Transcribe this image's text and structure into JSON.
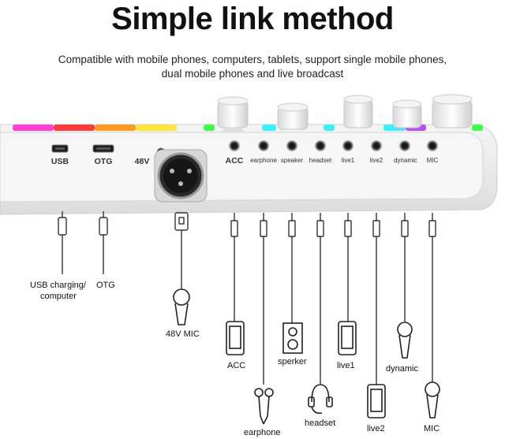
{
  "title": "Simple link method",
  "subtitle": "Compatible with mobile phones, computers, tablets, support single mobile phones, dual mobile phones and live broadcast",
  "device_ports": {
    "usb": "USB",
    "otg": "OTG",
    "v48": "48V",
    "acc": "ACC",
    "earphone": "earphone",
    "speaker": "speaker",
    "headset": "headset",
    "live1": "live1",
    "live2": "live2",
    "dynamic": "dynamic",
    "mic": "MIC"
  },
  "devices": {
    "usb_label_1": "USB charging/",
    "usb_label_2": "computer",
    "otg_label": "OTG",
    "mic48_label": "48V MIC",
    "acc_label": "ACC",
    "earphone_label": "earphone",
    "speaker_label": "sperker",
    "headset_label": "headset",
    "live1_label": "live1",
    "live2_label": "live2",
    "dynamic_label": "dynamic",
    "mic_label": "MIC"
  },
  "colors": {
    "led_magenta": "#ff3fd6",
    "led_red": "#ff3b3b",
    "led_orange": "#ff9a1f",
    "led_yellow": "#ffe53a",
    "led_green": "#3cff4a",
    "led_cyan": "#38f0ff",
    "led_violet": "#c04cff"
  }
}
